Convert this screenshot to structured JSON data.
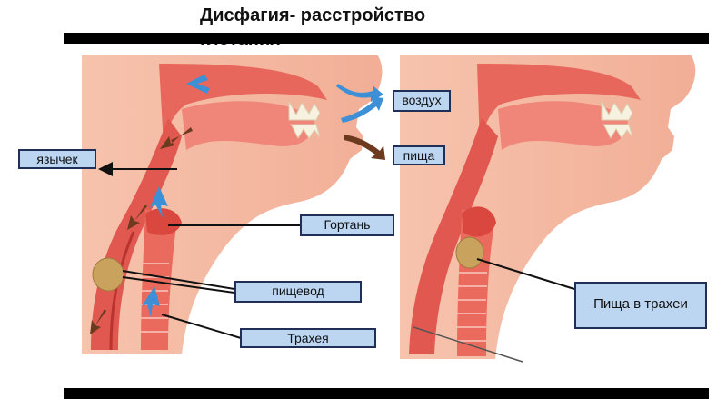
{
  "title": "Дисфагия- расстройство глотания",
  "labels": {
    "uvula": "язычек",
    "air": "воздух",
    "food": "пища",
    "larynx": "Гортань",
    "esophagus": "пищевод",
    "trachea": "Трахея",
    "food_in_trachea": "Пища в трахеи"
  },
  "colors": {
    "skin": "#f3b9a2",
    "tube": "#e0584f",
    "tube_dark": "#b93430",
    "label_bg": "#bcd6f2",
    "label_border": "#1f2f55",
    "air_arrow": "#3d8fd6",
    "food_arrow": "#6b3a1f",
    "bolus": "#c9a25e"
  }
}
